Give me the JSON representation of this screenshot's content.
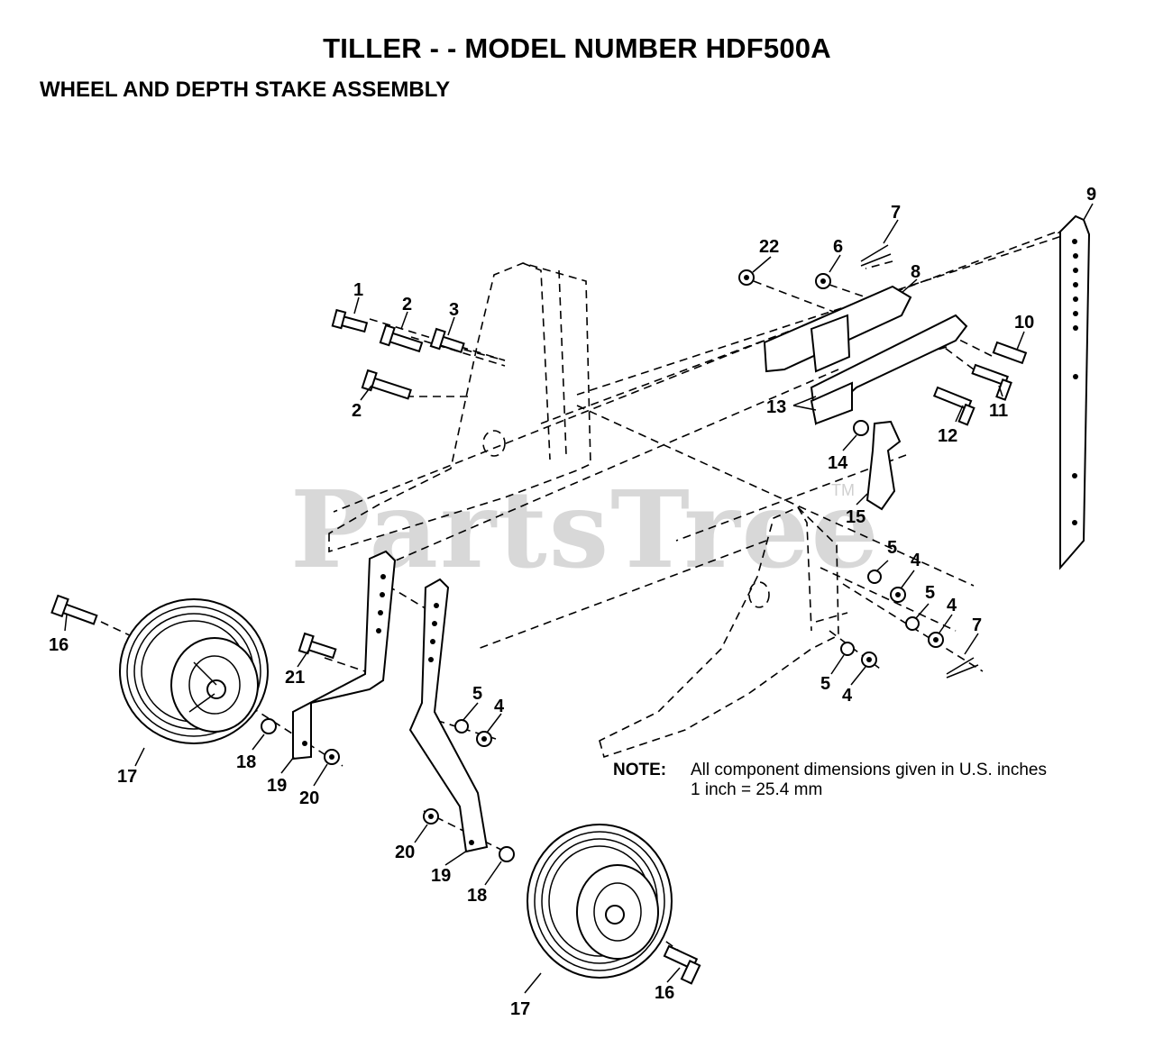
{
  "header": {
    "title": "TILLER - - MODEL NUMBER HDF500A",
    "subtitle": "WHEEL AND DEPTH STAKE ASSEMBLY"
  },
  "watermark": {
    "text": "PartsTree",
    "tm": "TM"
  },
  "note": {
    "label": "NOTE:",
    "line1": "All component dimensions given in U.S. inches",
    "line2": "1 inch = 25.4 mm"
  },
  "callouts": [
    {
      "id": "c1",
      "text": "1"
    },
    {
      "id": "c2a",
      "text": "2"
    },
    {
      "id": "c2b",
      "text": "2"
    },
    {
      "id": "c3",
      "text": "3"
    },
    {
      "id": "c4a",
      "text": "4"
    },
    {
      "id": "c4b",
      "text": "4"
    },
    {
      "id": "c4c",
      "text": "4"
    },
    {
      "id": "c4d",
      "text": "4"
    },
    {
      "id": "c5a",
      "text": "5"
    },
    {
      "id": "c5b",
      "text": "5"
    },
    {
      "id": "c5c",
      "text": "5"
    },
    {
      "id": "c5d",
      "text": "5"
    },
    {
      "id": "c6",
      "text": "6"
    },
    {
      "id": "c7a",
      "text": "7"
    },
    {
      "id": "c7b",
      "text": "7"
    },
    {
      "id": "c8",
      "text": "8"
    },
    {
      "id": "c9",
      "text": "9"
    },
    {
      "id": "c10",
      "text": "10"
    },
    {
      "id": "c11",
      "text": "11"
    },
    {
      "id": "c12",
      "text": "12"
    },
    {
      "id": "c13",
      "text": "13"
    },
    {
      "id": "c14",
      "text": "14"
    },
    {
      "id": "c15",
      "text": "15"
    },
    {
      "id": "c16a",
      "text": "16"
    },
    {
      "id": "c16b",
      "text": "16"
    },
    {
      "id": "c17a",
      "text": "17"
    },
    {
      "id": "c17b",
      "text": "17"
    },
    {
      "id": "c18a",
      "text": "18"
    },
    {
      "id": "c18b",
      "text": "18"
    },
    {
      "id": "c19a",
      "text": "19"
    },
    {
      "id": "c19b",
      "text": "19"
    },
    {
      "id": "c20a",
      "text": "20"
    },
    {
      "id": "c20b",
      "text": "20"
    },
    {
      "id": "c21",
      "text": "21"
    },
    {
      "id": "c22",
      "text": "22"
    }
  ]
}
